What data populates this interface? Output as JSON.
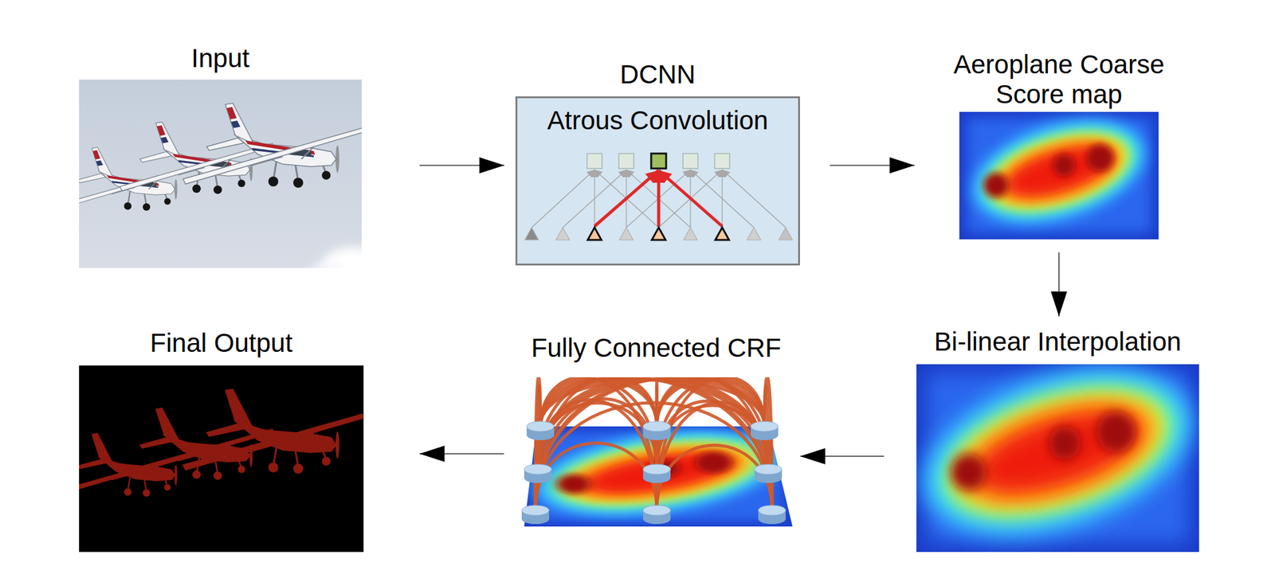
{
  "diagram": {
    "nodes": [
      {
        "text": [
          "Input"
        ]
      },
      {
        "text": [
          "DCNN",
          "Atrous Convolution"
        ]
      },
      {
        "text": [
          "Aeroplane Coarse Score map"
        ]
      },
      {
        "text": [
          "Bi-linear Interpolation"
        ]
      },
      {
        "text": [
          "Fully Connected CRF"
        ]
      },
      {
        "text": [
          "Final Output"
        ]
      }
    ],
    "edges": [
      {
        "from": 0,
        "to": 1,
        "arrow": "to"
      },
      {
        "from": 1,
        "to": 2,
        "arrow": "to"
      },
      {
        "from": 2,
        "to": 3,
        "arrow": "to"
      },
      {
        "from": 3,
        "to": 4,
        "arrow": "to"
      },
      {
        "from": 4,
        "to": 5,
        "arrow": "to"
      }
    ]
  }
}
